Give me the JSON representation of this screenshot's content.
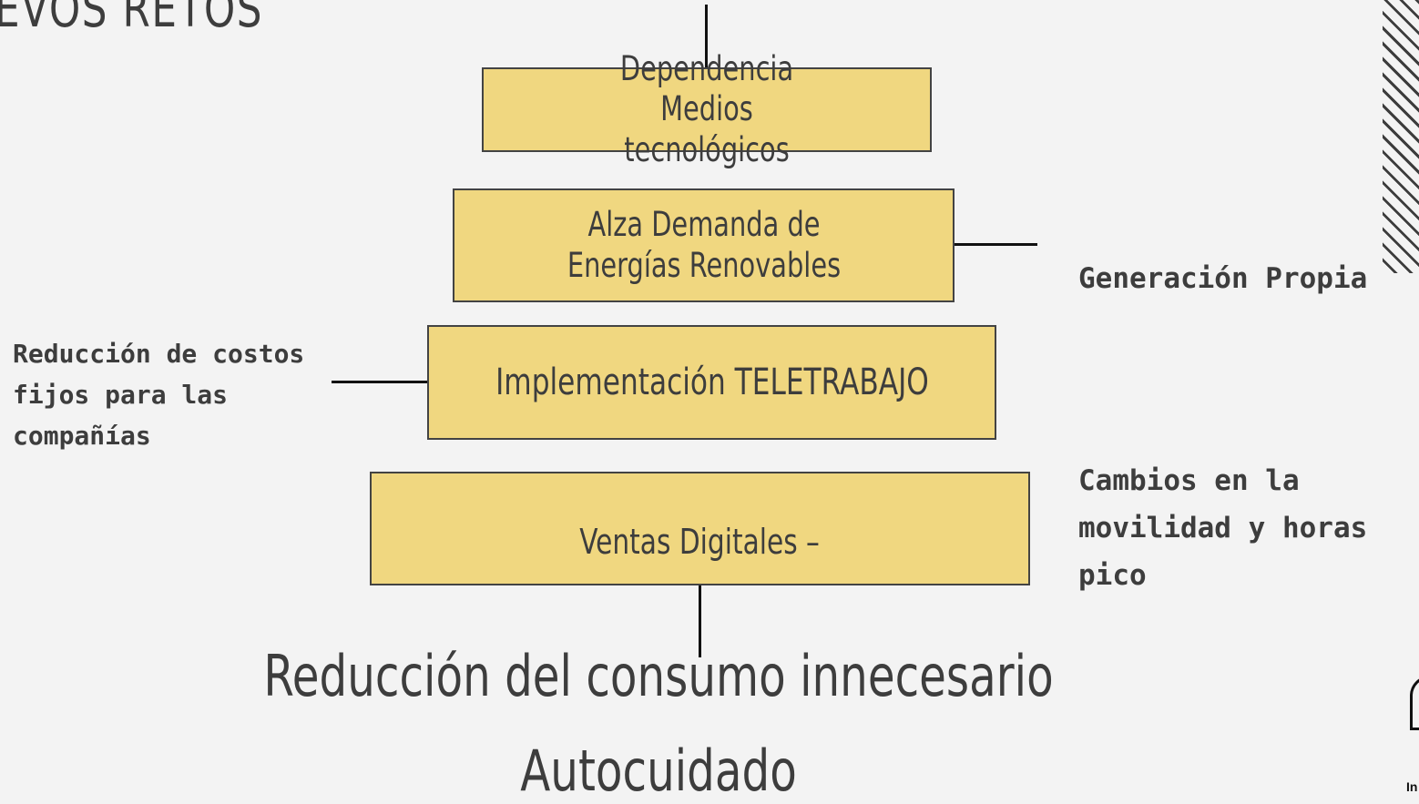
{
  "title": "EVOS RETOS",
  "boxes": {
    "dependencia": "Dependencia Medios tecnológicos",
    "alza": "Alza Demanda de Energías Renovables",
    "teletrabajo": "Implementación TELETRABAJO",
    "ventas": "Ventas Digitales –"
  },
  "notes": {
    "generacion": "Generación Propia",
    "reduccion_costos": "Reducción de costos fijos para las compañías",
    "cambios": "Cambios en la movilidad y horas pico"
  },
  "bottom": {
    "reduccion_consumo": "Reducción del consumo innecesario",
    "autocuidado": "Autocuidado"
  },
  "corner": {
    "text": "In"
  }
}
